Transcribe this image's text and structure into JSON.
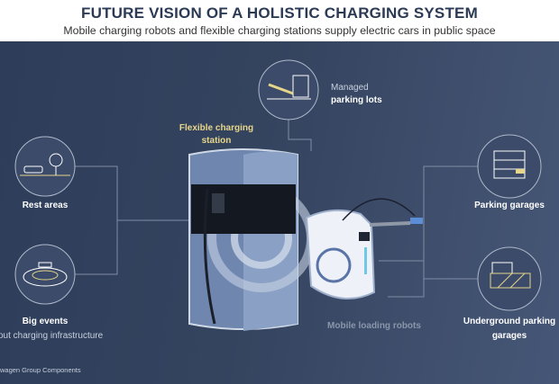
{
  "header": {
    "title": "FUTURE VISION OF A HOLISTIC CHARGING SYSTEM",
    "subtitle": "Mobile charging robots and flexible charging stations supply electric cars in public space"
  },
  "nodes": {
    "rest_areas": "Rest areas",
    "big_events": "Big events",
    "big_events_sub": "out charging infrastructure",
    "managed": "Managed",
    "parking_lots": "parking lots",
    "flexible_1": "Flexible charging",
    "flexible_2": "station",
    "parking_garages": "Parking garages",
    "underground_1": "Underground parking",
    "underground_2": "garages",
    "robots": "Mobile loading robots"
  },
  "footer": {
    "credit": "wagen Group Components"
  },
  "colors": {
    "accent": "#e6d68a",
    "line": "#8c9ab3",
    "muted": "#8a96aa"
  }
}
